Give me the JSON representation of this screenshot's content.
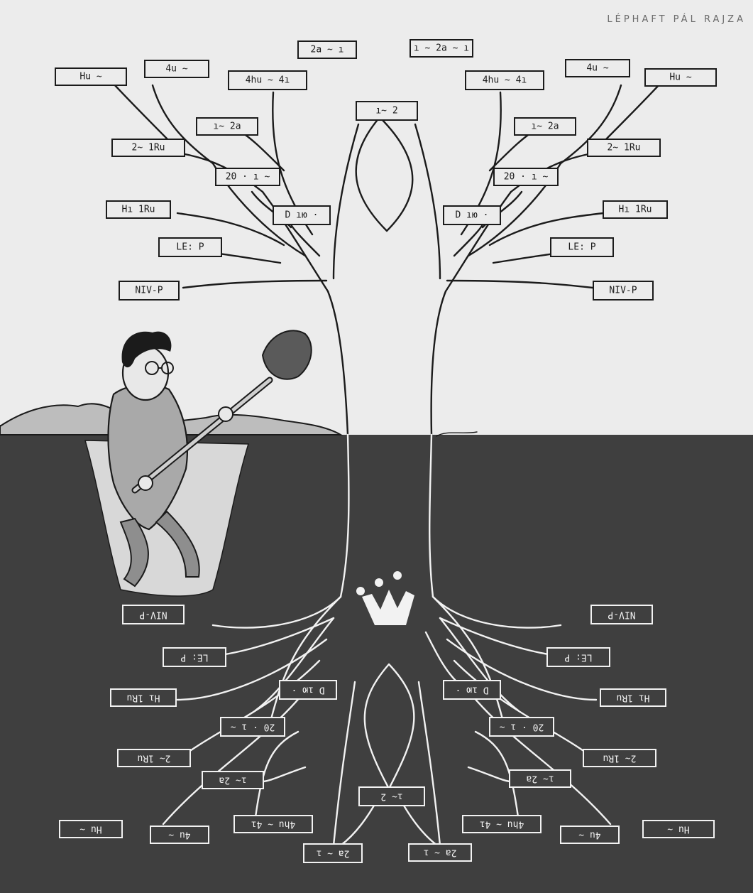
{
  "credit": "LÉPHAFT PÁL RAJZA",
  "canopy_labels": [
    "2a ~ ı",
    "ı ~ 2a ~ ı",
    "4hu ~ 4ı",
    "4hu ~ 4ı",
    "ı~ 2",
    "ı~ 2a",
    "ı~ 2a",
    "Hu ~",
    "4u ~",
    "4u ~",
    "Hu ~",
    "2~ 1Ru",
    "2~ 1Ru",
    "20 · ı ~",
    "20 · ı ~",
    "D ıю ·",
    "D ıю ·",
    "Hı 1Ru",
    "Hı 1Ru",
    "LE: P",
    "LE: P",
    "NIV-P",
    "NIV-P"
  ],
  "root_labels": [
    "NIV-P",
    "NIV-P",
    "LE: P",
    "LE: P",
    "Hı 1Ru",
    "Hı 1Ru",
    "D ıю ·",
    "D ıю ·",
    "20 · ı ~",
    "20 · ı ~",
    "2~ 1Ru",
    "2~ 1Ru",
    "ı~ 2a",
    "ı~ 2a",
    "ı~ 2",
    "Hu ~",
    "4u ~",
    "4hu ~ 4ı",
    "4hu ~ 4ı",
    "4u ~",
    "Hu ~",
    "2a ~ ı",
    "2a ~ ı"
  ],
  "colors": {
    "paper": "#ececec",
    "ground": "#3f3f3f",
    "ink": "#1b1b1b",
    "chalk": "#f2f2f2"
  },
  "icons": {
    "crown": "crown-icon",
    "figure": "man-with-shovel-illustration"
  }
}
